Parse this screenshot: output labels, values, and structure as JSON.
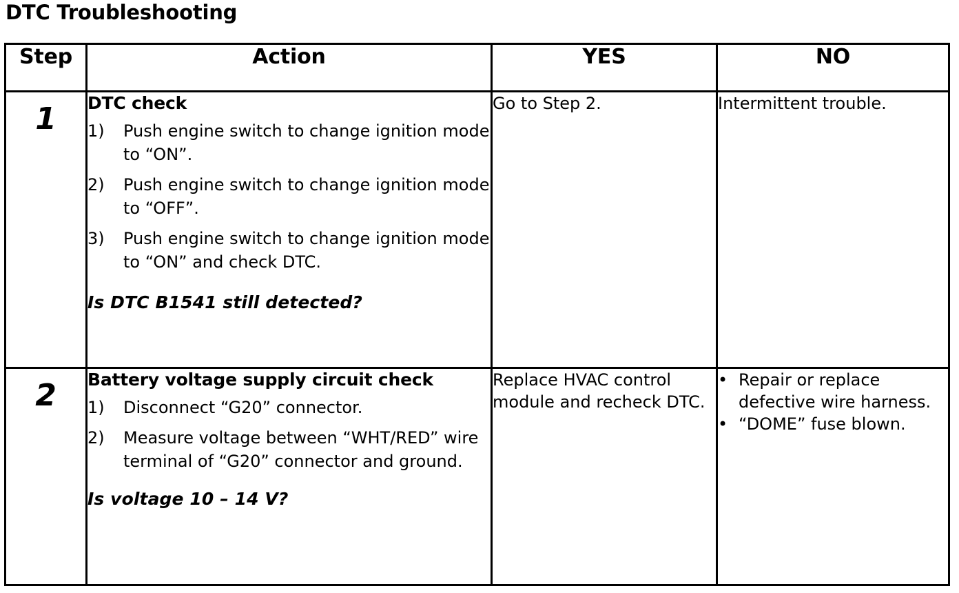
{
  "document": {
    "title": "DTC Troubleshooting"
  },
  "table": {
    "headers": {
      "step": "Step",
      "action": "Action",
      "yes": "YES",
      "no": "NO"
    },
    "rows": [
      {
        "step": "1",
        "action_title": "DTC check",
        "action_steps": [
          {
            "marker": "1)",
            "text": "Push engine switch to change ignition mode to “ON”."
          },
          {
            "marker": "2)",
            "text": "Push engine switch to change ignition mode to “OFF”."
          },
          {
            "marker": "3)",
            "text": "Push engine switch to change ignition mode to “ON” and check DTC."
          }
        ],
        "action_question": "Is DTC B1541 still detected?",
        "yes": "Go to Step 2.",
        "no": "Intermittent trouble."
      },
      {
        "step": "2",
        "action_title": "Battery voltage supply circuit check",
        "action_steps": [
          {
            "marker": "1)",
            "text": "Disconnect “G20” connector."
          },
          {
            "marker": "2)",
            "text": "Measure voltage between “WHT/RED” wire terminal of “G20” connector and ground."
          }
        ],
        "action_question": "Is voltage 10 – 14 V?",
        "yes": "Replace HVAC control module and recheck DTC.",
        "no_bullets": [
          {
            "dot": "•",
            "text": "Repair or replace defective wire harness."
          },
          {
            "dot": "•",
            "text": "“DOME” fuse blown."
          }
        ]
      }
    ]
  },
  "colors": {
    "text": "#000000",
    "background": "#ffffff",
    "border": "#000000"
  }
}
